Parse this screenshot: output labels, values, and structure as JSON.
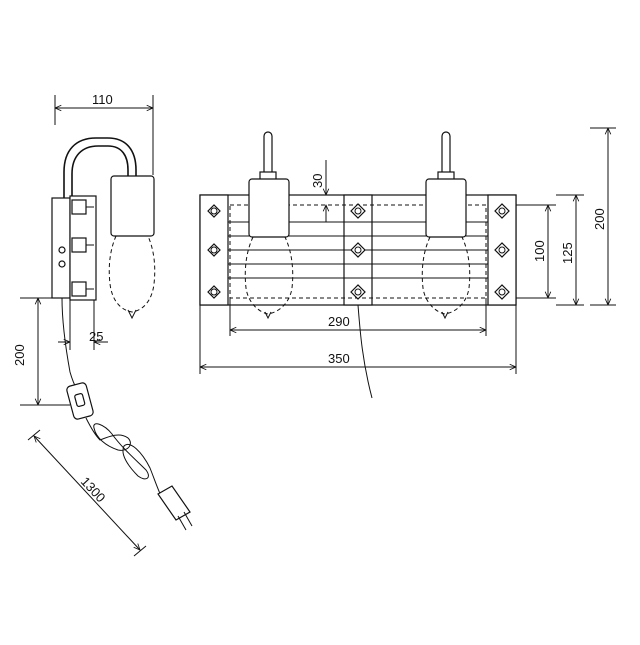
{
  "dimensions": {
    "side_width": "110",
    "cord_length_vertical": "200",
    "plate_depth": "25",
    "cable_length": "1300",
    "bulb_offset": "30",
    "inner_width": "290",
    "total_width": "350",
    "plate_height": "100",
    "bracket_height": "125",
    "total_height": "200"
  }
}
